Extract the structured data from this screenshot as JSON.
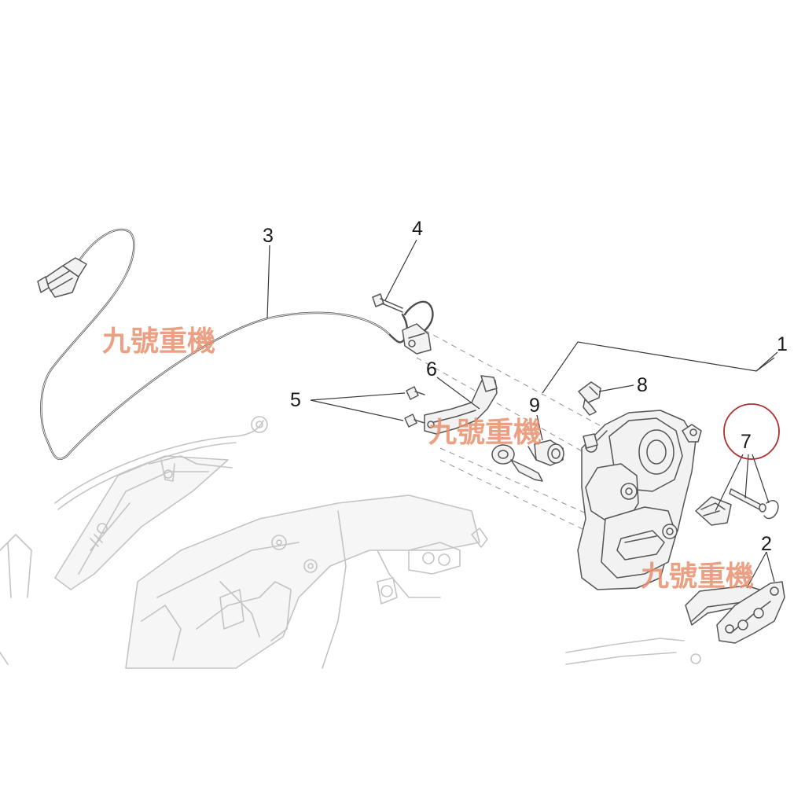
{
  "diagram": {
    "part_numbers": [
      "1",
      "2",
      "3",
      "4",
      "5",
      "6",
      "7",
      "8",
      "9"
    ],
    "watermark_text": "九號重機",
    "colors": {
      "background": "#ffffff",
      "line": "#555555",
      "ghost_line": "#c4c4c4",
      "watermark": "#e8906e",
      "highlight_circle": "#b03030"
    },
    "highlighted_part": "7"
  }
}
